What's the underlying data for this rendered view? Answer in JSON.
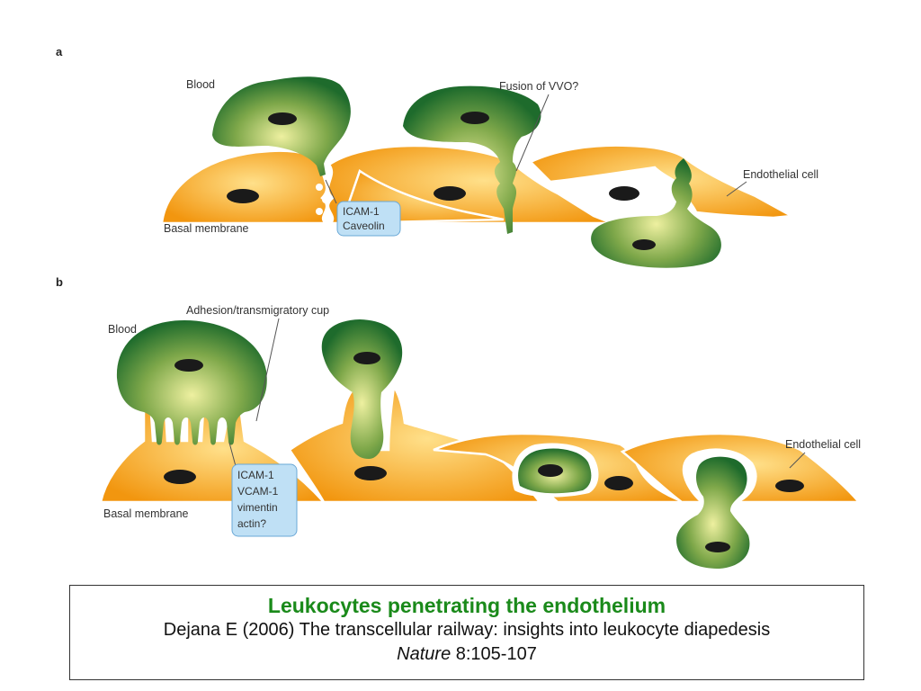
{
  "panels": {
    "a": {
      "letter": "a",
      "blood": "Blood",
      "fusion": "Fusion of VVO?",
      "endothelial": "Endothelial cell",
      "basal": "Basal membrane",
      "markers": [
        "ICAM-1",
        "Caveolin"
      ]
    },
    "b": {
      "letter": "b",
      "blood": "Blood",
      "cup": "Adhesion/transmigratory cup",
      "endothelial": "Endothelial cell",
      "basal": "Basal membrane",
      "markers": [
        "ICAM-1",
        "VCAM-1",
        "vimentin",
        "actin?"
      ]
    }
  },
  "caption": {
    "title": "Leukocytes penetrating the endothelium",
    "reference": "Dejana E (2006) The transcellular railway: insights into leukocyte diapedesis",
    "journal": "Nature",
    "volume_pages": " 8:105-107"
  },
  "colors": {
    "endothelial_light": "#ffe08a",
    "endothelial_dark": "#f2960f",
    "leukocyte_light": "#eef0a0",
    "leukocyte_dark": "#1e6b2c",
    "caption_title": "#1a8a1a",
    "marker_fill": "#bfe0f5"
  }
}
